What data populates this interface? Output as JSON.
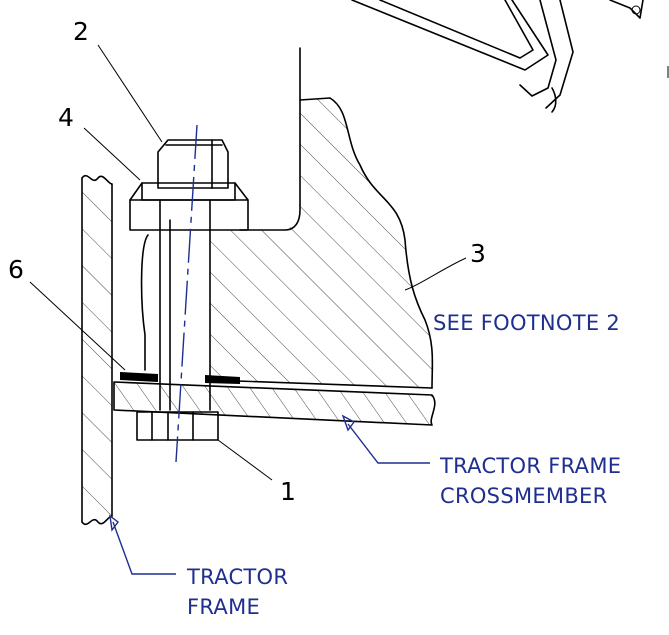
{
  "callouts": {
    "part_1": "1",
    "part_2": "2",
    "part_3": "3",
    "part_4": "4",
    "part_6": "6"
  },
  "notes": {
    "footnote": "SEE FOOTNOTE 2",
    "crossmember_line1": "TRACTOR FRAME",
    "crossmember_line2": "CROSSMEMBER",
    "frame_line1": "TRACTOR",
    "frame_line2": "FRAME"
  },
  "colors": {
    "ink": "#000000",
    "annotation": "#1f2f8f",
    "background": "#ffffff"
  }
}
